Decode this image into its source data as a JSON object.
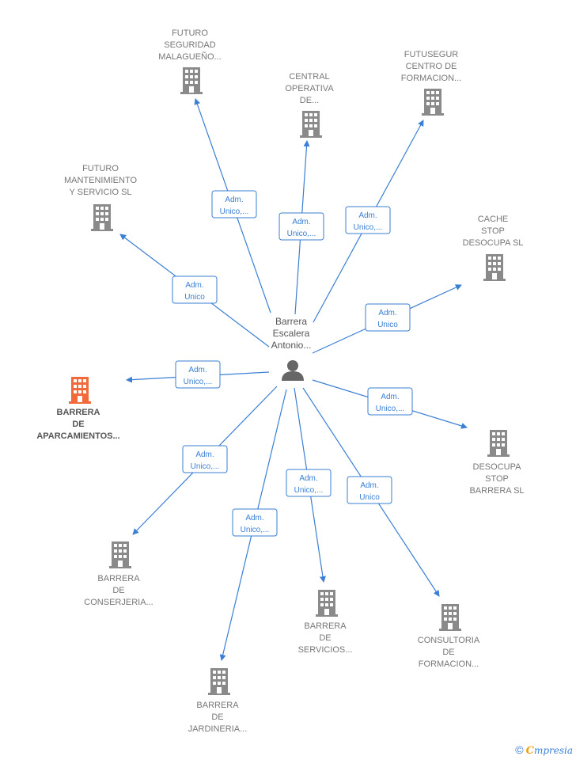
{
  "center": {
    "label_lines": [
      "Barrera",
      "Escalera",
      "Antonio..."
    ],
    "icon": "person-icon",
    "color": "#666666"
  },
  "colors": {
    "edge": "#3a7fd5",
    "company": "#8a8a8a",
    "highlight": "#f26a3a"
  },
  "nodes": [
    {
      "id": "futuro-seguridad",
      "label_lines": [
        "FUTURO",
        "SEGURIDAD",
        "MALAGUEÑO..."
      ],
      "relation_lines": [
        "Adm.",
        "Unico,..."
      ],
      "highlight": false
    },
    {
      "id": "central-operativa",
      "label_lines": [
        "CENTRAL",
        "OPERATIVA",
        "DE..."
      ],
      "relation_lines": [
        "Adm.",
        "Unico,..."
      ],
      "highlight": false
    },
    {
      "id": "futusegur",
      "label_lines": [
        "FUTUSEGUR",
        "CENTRO DE",
        "FORMACION..."
      ],
      "relation_lines": [
        "Adm.",
        "Unico,..."
      ],
      "highlight": false
    },
    {
      "id": "futuro-mantenimiento",
      "label_lines": [
        "FUTURO",
        "MANTENIMIENTO",
        "Y SERVICIO  SL"
      ],
      "relation_lines": [
        "Adm.",
        "Unico"
      ],
      "highlight": false
    },
    {
      "id": "cache-stop",
      "label_lines": [
        "CACHE",
        "STOP",
        "DESOCUPA  SL"
      ],
      "relation_lines": [
        "Adm.",
        "Unico"
      ],
      "highlight": false
    },
    {
      "id": "barrera-aparcamientos",
      "label_lines": [
        "BARRERA",
        "DE",
        "APARCAMIENTOS..."
      ],
      "relation_lines": [
        "Adm.",
        "Unico,..."
      ],
      "highlight": true
    },
    {
      "id": "desocupa-stop",
      "label_lines": [
        "DESOCUPA",
        "STOP",
        "BARRERA  SL"
      ],
      "relation_lines": [
        "Adm.",
        "Unico,..."
      ],
      "highlight": false
    },
    {
      "id": "barrera-conserjeria",
      "label_lines": [
        "BARRERA",
        "DE",
        "CONSERJERIA..."
      ],
      "relation_lines": [
        "Adm.",
        "Unico,..."
      ],
      "highlight": false
    },
    {
      "id": "barrera-servicios",
      "label_lines": [
        "BARRERA",
        "DE",
        "SERVICIOS..."
      ],
      "relation_lines": [
        "Adm.",
        "Unico,..."
      ],
      "highlight": false
    },
    {
      "id": "consultoria",
      "label_lines": [
        "CONSULTORIA",
        "DE",
        "FORMACION..."
      ],
      "relation_lines": [
        "Adm.",
        "Unico"
      ],
      "highlight": false
    },
    {
      "id": "barrera-jardineria",
      "label_lines": [
        "BARRERA",
        "DE",
        "JARDINERIA..."
      ],
      "relation_lines": [
        "Adm.",
        "Unico,..."
      ],
      "highlight": false
    }
  ],
  "footer": {
    "copyright": "©",
    "brand_initial": "C",
    "brand_rest": "mpresia"
  }
}
